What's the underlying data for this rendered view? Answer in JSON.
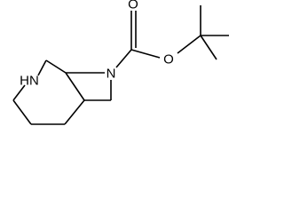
{
  "atoms": {
    "nh": {
      "label": "HN"
    },
    "n_azetidine": {
      "label": "N"
    },
    "o_carbonyl": {
      "label": "O"
    },
    "o_ester": {
      "label": "O"
    }
  }
}
